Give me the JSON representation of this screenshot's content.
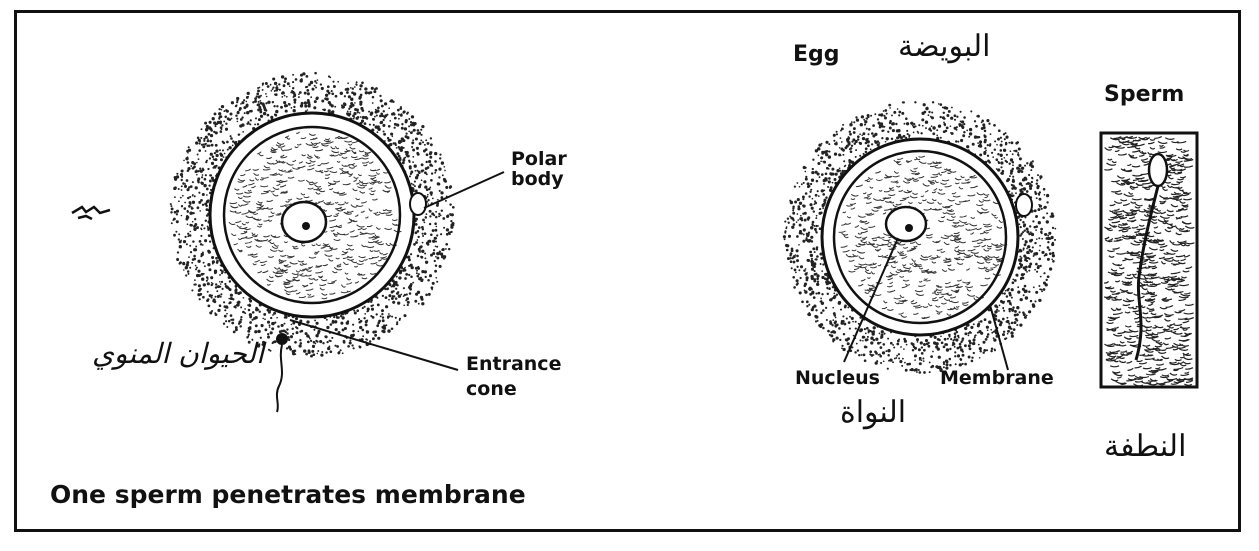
{
  "left_diagram": {
    "polar_label": "Polar body",
    "entrance_label_1": "Entrance",
    "entrance_label_2": "cone",
    "arabic_sperm": "الحيوان المنوي",
    "caption": "One sperm penetrates membrane"
  },
  "right_diagram": {
    "egg_label": "Egg",
    "egg_arabic": "البويضة",
    "sperm_label": "Sperm",
    "nucleus_label": "Nucleus",
    "nucleus_arabic": "النواة",
    "membrane_label": "Membrane",
    "sperm_arabic": "النطفة"
  },
  "colors": {
    "ink": "#111111",
    "background": "#ffffff"
  }
}
